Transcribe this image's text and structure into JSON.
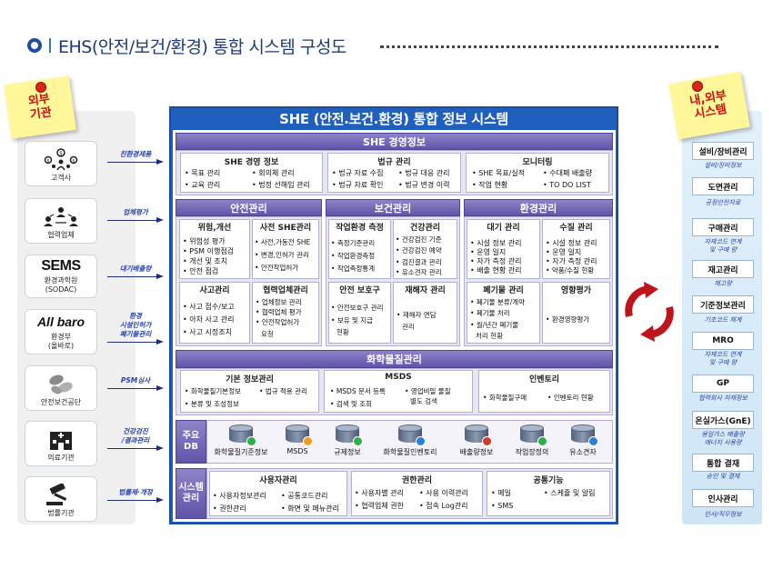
{
  "header": {
    "title": "EHS(안전/보건/환경) 통합 시스템 구성도"
  },
  "notes": {
    "left": "외부 기관",
    "left_1": "외부",
    "left_2": "기관",
    "right_1": "내,외부",
    "right_2": "시스템"
  },
  "agencies": [
    {
      "label": "고객사",
      "icon": "people-money-icon"
    },
    {
      "label": "협력업체",
      "icon": "people-network-icon"
    },
    {
      "logo": "SEMS",
      "label": "환경과학원\n(SODAC)"
    },
    {
      "logo": "All baro",
      "label": "환경부\n(올바로)"
    },
    {
      "label": "안전보건공단",
      "icon": "kosha-logo"
    },
    {
      "label": "의료기관",
      "icon": "hospital-icon"
    },
    {
      "label": "법률기관",
      "icon": "gavel-icon"
    }
  ],
  "flows": [
    "친환경제품",
    "업체평가",
    "대기배출량",
    "환경\n시설인허가\n폐기물관리",
    "PSM심사",
    "건강검진\n/결과관리",
    "법률제·개정"
  ],
  "main": {
    "title": "SHE (안전.보건.환경) 통합 정보 시스템",
    "she": {
      "bar": "SHE 경영정보",
      "boxes": [
        {
          "title": "SHE 경영 정보",
          "items": [
            "목표 관리",
            "교육 관리",
            "회의체 관리",
            "법정 선해임 관리"
          ]
        },
        {
          "title": "법규 관리",
          "items": [
            "법규 자료 수집",
            "법규 자료 확인",
            "법규 대응 관리",
            "법규 변경 이력"
          ]
        },
        {
          "title": "모니터링",
          "items": [
            "SHE 목표/실적",
            "작업 현황",
            "수대폐 배출량",
            "TO DO LIST"
          ]
        }
      ]
    },
    "safety": {
      "bar": "안전관리",
      "boxes": [
        {
          "title": "위험,개선",
          "items": [
            "위험성 평가",
            "PSM 이행점검",
            "개선 및 조치",
            "안전 점검"
          ]
        },
        {
          "title": "사전 SHE관리",
          "items": [
            "사전,가동전 SHE",
            "변경,인허가 관리",
            "안전작업허가"
          ]
        },
        {
          "title": "사고관리",
          "items": [
            "사고 접수/보고",
            "아차 사고 관리",
            "사고 시정조치"
          ]
        },
        {
          "title": "협력업체관리",
          "items": [
            "업체정보 관리",
            "협력업체 평가",
            "안전작업허가",
            "요청"
          ]
        }
      ]
    },
    "health": {
      "bar": "보건관리",
      "boxes": [
        {
          "title": "작업환경 측정",
          "items": [
            "측정기준관리",
            "작업환경측정",
            "작업측정통계"
          ]
        },
        {
          "title": "건강관리",
          "items": [
            "건강검진 기준",
            "건강검진 예약",
            "검진결과 관리",
            "유소견자 관리"
          ]
        },
        {
          "title": "안전 보호구",
          "items": [
            "안전보호구 관리",
            "보유 및 지급",
            "현황"
          ]
        },
        {
          "title": "재해자 관리",
          "items": [
            "재해자 면담",
            "관리"
          ]
        }
      ]
    },
    "env": {
      "bar": "환경관리",
      "boxes": [
        {
          "title": "대기 관리",
          "items": [
            "시설 정보 관리",
            "운영 일지",
            "자가 측정 관리",
            "배출 현황 관리"
          ]
        },
        {
          "title": "수질 관리",
          "items": [
            "시설 정보 관리",
            "운영 일지",
            "자가 측정 관리",
            "약품/수질 현황"
          ]
        },
        {
          "title": "폐기물 관리",
          "items": [
            "폐기물 분류/계약",
            "폐기물 처리",
            "월/년간 폐기물",
            "처리 현황"
          ]
        },
        {
          "title": "영향평가",
          "items": [
            "환경영향평가"
          ]
        }
      ]
    },
    "chem": {
      "bar": "화학물질관리",
      "boxes": [
        {
          "title": "기본 정보관리",
          "items": [
            "화학물질기본정보",
            "분류 및 조성정보",
            "법규 적용 관리"
          ]
        },
        {
          "title": "MSDS",
          "items": [
            "MSDS 문서 등록",
            "검색 및 조회",
            "영업비밀 물질",
            "별도 검색"
          ]
        },
        {
          "title": "인벤토리",
          "items": [
            "화학물질구매",
            "인벤토리 현황"
          ]
        }
      ]
    },
    "db": {
      "label": "주요\nDB",
      "items": [
        "화학물질기준정보",
        "MSDS",
        "규제정보",
        "화학물질인벤토리",
        "배출량정보",
        "작업장정의",
        "유소견자"
      ]
    },
    "sys": {
      "label": "시스템\n관리",
      "boxes": [
        {
          "title": "사용자관리",
          "items": [
            "사용자정보관리",
            "권한관리",
            "공통코드관리",
            "화면 및 메뉴관리"
          ]
        },
        {
          "title": "권한관리",
          "items": [
            "사용자별 관리",
            "협력업체 권한",
            "사용 이력관리",
            "접속 Log관리"
          ]
        },
        {
          "title": "공통기능",
          "items": [
            "메일",
            "SMS",
            "스케쥴 및 알림"
          ]
        }
      ]
    }
  },
  "right": [
    {
      "title": "설비/장비관리",
      "sub": "설비/장비정보"
    },
    {
      "title": "도면관리",
      "sub": "공정안전자료"
    },
    {
      "title": "구매관리",
      "sub": "자재코드 연계\n및 구매 량"
    },
    {
      "title": "재고관리",
      "sub": "재고량"
    },
    {
      "title": "기준정보관리",
      "sub": "기초코드 체계"
    },
    {
      "title": "MRO",
      "sub": "자재코드 연계\n및 구매 량"
    },
    {
      "title": "GP",
      "sub": "협력회사 자재정보"
    },
    {
      "title": "온실가스(GnE)",
      "sub": "용일가스 배출량\n에너지 사용량"
    },
    {
      "title": "통합 결재",
      "sub": "승인 및 결재"
    },
    {
      "title": "인사관리",
      "sub": "인사/직무정보"
    }
  ],
  "colors": {
    "main_blue": "#1f5fbd",
    "section_purple": "#6d62b5",
    "note_yellow": "#fff79a",
    "sync_red": "#c0141c"
  }
}
